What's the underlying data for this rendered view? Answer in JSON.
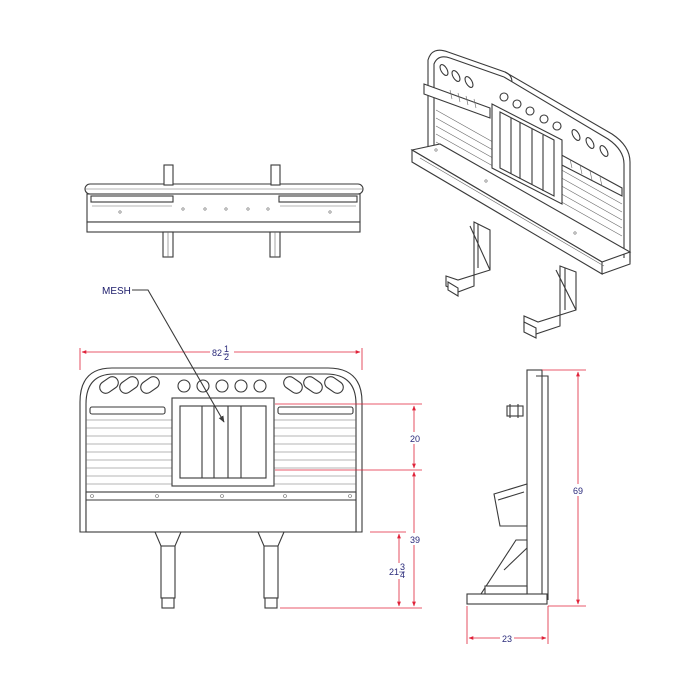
{
  "labels": {
    "mesh": "MESH"
  },
  "dimensions": {
    "width_whole": "82",
    "width_frac_num": "1",
    "width_frac_den": "2",
    "upper_height": "20",
    "lower_height": "39",
    "leg_whole": "21",
    "leg_frac_num": "3",
    "leg_frac_den": "4",
    "total_height": "69",
    "depth": "23"
  },
  "colors": {
    "line": "#3a3a3a",
    "dimension": "#e0233a",
    "text": "#2a2a7a"
  }
}
